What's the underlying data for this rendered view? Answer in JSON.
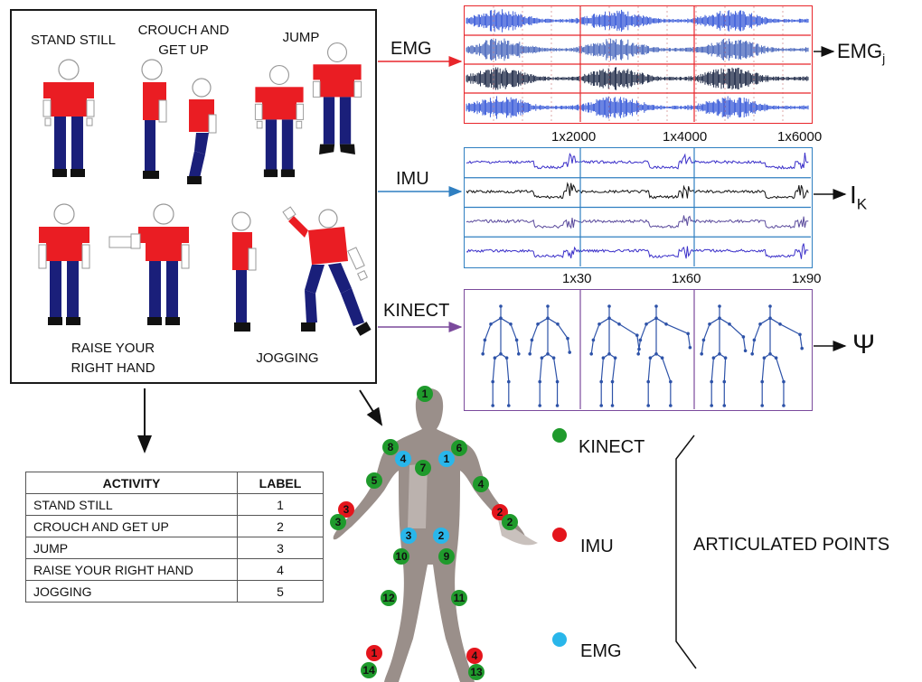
{
  "activities": {
    "labels": [
      "STAND STILL",
      "CROUCH AND\nGET UP",
      "JUMP",
      "RAISE YOUR\nRIGHT HAND",
      "JOGGING"
    ]
  },
  "signals": {
    "emg": {
      "label": "EMG",
      "output": "EMG",
      "output_sub": "j",
      "ticks": [
        "1x2000",
        "1x4000",
        "1x6000"
      ],
      "color": "#e8262b"
    },
    "imu": {
      "label": "IMU",
      "output": "I",
      "output_sub": "K",
      "ticks": [
        "1x30",
        "1x60",
        "1x90"
      ],
      "color": "#2f7fc1"
    },
    "kinect": {
      "label": "KINECT",
      "output": "Ψ",
      "color": "#7b4a9c"
    }
  },
  "table": {
    "headers": [
      "ACTIVITY",
      "LABEL"
    ],
    "rows": [
      [
        "STAND STILL",
        "1"
      ],
      [
        "CROUCH AND GET UP",
        "2"
      ],
      [
        "JUMP",
        "3"
      ],
      [
        "RAISE YOUR RIGHT HAND",
        "4"
      ],
      [
        "JOGGING",
        "5"
      ]
    ]
  },
  "legend": {
    "kinect": "KINECT",
    "imu": "IMU",
    "emg": "EMG",
    "group_label": "ARTICULATED POINTS"
  },
  "colors": {
    "kinect": "#1f9a2c",
    "imu": "#e4151c",
    "emg": "#29b6ea"
  },
  "joints": {
    "kinect": [
      "1",
      "2",
      "3",
      "4",
      "5",
      "6",
      "7",
      "8",
      "9",
      "10",
      "11",
      "12",
      "13",
      "14"
    ],
    "imu": [
      "1",
      "2",
      "3",
      "4"
    ],
    "emg": [
      "1",
      "2",
      "3",
      "4"
    ]
  }
}
